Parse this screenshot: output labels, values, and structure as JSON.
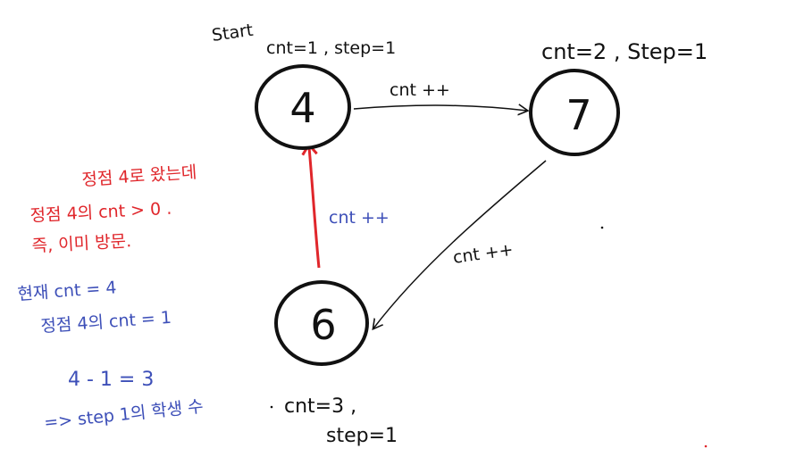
{
  "nodes": [
    {
      "id": "n4",
      "label": "4"
    },
    {
      "id": "n7",
      "label": "7"
    },
    {
      "id": "n6",
      "label": "6"
    }
  ],
  "annotations": {
    "start": "Start",
    "node4_state": "cnt=1 , step=1",
    "node7_state": "cnt=2 , Step=1",
    "node6_state_line1": "cnt=3 ,",
    "node6_state_line2": "step=1",
    "edge_4_7": "cnt ++",
    "edge_7_6": "cnt ++",
    "edge_6_4": "cnt ++"
  },
  "red_note": {
    "line1": "정점 4로 왔는데",
    "line2": "정점 4의 cnt > 0 .",
    "line3": "즉, 이미 방문."
  },
  "blue_note": {
    "line1": "현재 cnt = 4",
    "line2": "정점 4의 cnt = 1",
    "line3": "4 - 1 = 3",
    "line4": "=> step 1의 학생 수"
  },
  "colors": {
    "ink": "#111111",
    "red": "#e0262b",
    "blue": "#3d4fb8",
    "background": "#ffffff"
  }
}
